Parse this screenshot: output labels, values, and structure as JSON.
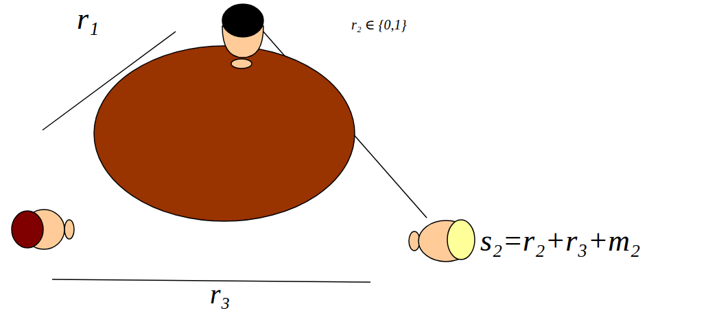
{
  "diagram": {
    "labels": [
      "r₁",
      "r₂ ∈ {0,1}",
      "s₂=r₂+r₃+m₂",
      "r₃"
    ]
  }
}
